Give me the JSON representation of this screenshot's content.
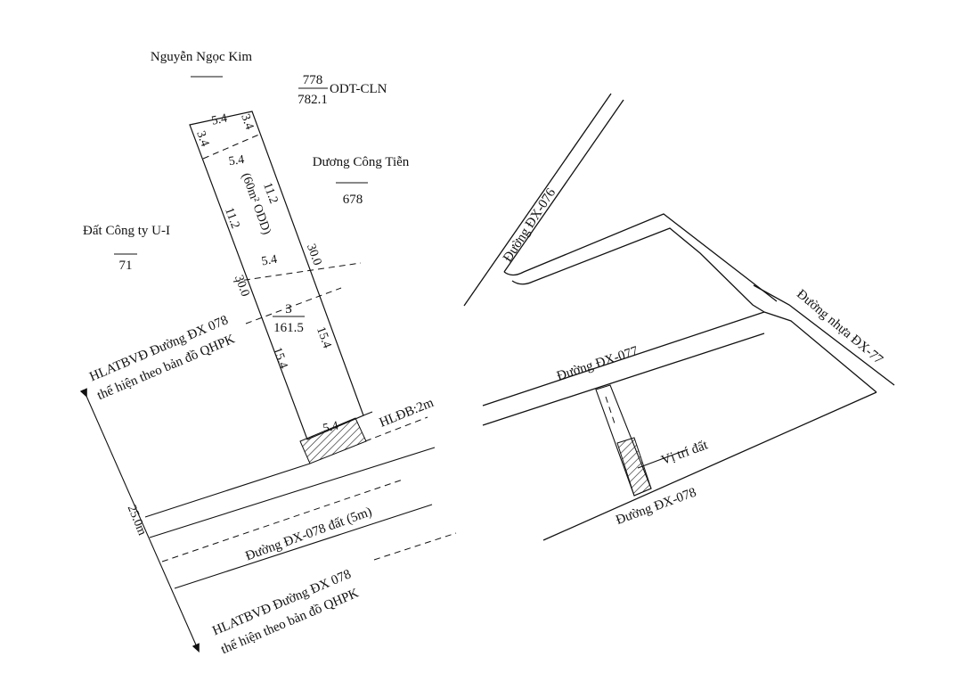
{
  "main_plan": {
    "owner_north": "Nguyễn Ngọc Kim",
    "parcel_top": {
      "num": "778",
      "area": "782.1",
      "use": "ODT-CLN"
    },
    "owner_east": "Dương Công Tiễn",
    "owner_east_num": "678",
    "owner_west": "Đất Công ty U-I",
    "owner_west_num": "71",
    "lot": {
      "num": "3",
      "area": "161.5"
    },
    "residential_note": "(60m² ODD)",
    "dims": {
      "top_width": "5.4",
      "top_left": "3.4",
      "top_right": "3.4",
      "mid_width": "5.4",
      "side_left_1": "11.2",
      "side_right_1": "11.2",
      "width_3": "5.4",
      "side_left_2": "30.0",
      "side_right_2": "30.0",
      "side_left_3": "15.4",
      "side_right_3": "15.4",
      "bottom_width": "5.4"
    },
    "hldb_label": "HLĐB:2m",
    "road_label": "Đường ĐX-078 đất (5m)",
    "corridor_width": "25.0m",
    "corridor_top_line1": "HLATBVĐ Đường ĐX 078",
    "corridor_top_line2": "thể hiện theo bản đồ QHPK",
    "corridor_bottom_line1": "HLATBVĐ Đường ĐX 078",
    "corridor_bottom_line2": "thể hiện theo bản đồ QHPK"
  },
  "location_map": {
    "road_076": "Đường ĐX-076",
    "road_077": "Đường ĐX-077",
    "road_078": "Đường ĐX-078",
    "road_77_asphalt": "Đường nhựa ĐX-77",
    "site_label": "Vị trí đất"
  },
  "colors": {
    "ink": "#111111",
    "background": "#ffffff"
  }
}
